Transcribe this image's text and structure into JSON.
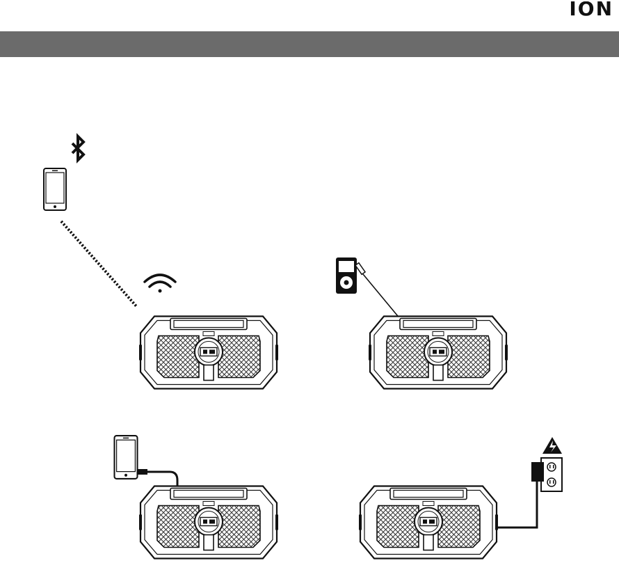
{
  "brand": {
    "logo_text": "ION",
    "logo_color": "#111111"
  },
  "header": {
    "bar_color": "#6b6b6b",
    "title": ""
  },
  "diagram": {
    "panels": [
      {
        "id": "bluetooth",
        "source": "smartphone",
        "link": "bluetooth-wireless",
        "icons": [
          "smartphone-icon",
          "bluetooth-icon",
          "wifi-signal-icon"
        ]
      },
      {
        "id": "aux",
        "source": "media-player",
        "link": "aux-cable",
        "icons": [
          "media-player-icon",
          "aux-plug-icon"
        ]
      },
      {
        "id": "usb",
        "source": "smartphone",
        "link": "usb-cable",
        "icons": [
          "smartphone-icon"
        ]
      },
      {
        "id": "power",
        "source": "wall-outlet",
        "link": "power-adapter",
        "icons": [
          "warning-icon",
          "wall-outlet-icon",
          "power-adapter-icon"
        ]
      }
    ],
    "speaker_color": "#111111",
    "grille_color": "#555555"
  }
}
